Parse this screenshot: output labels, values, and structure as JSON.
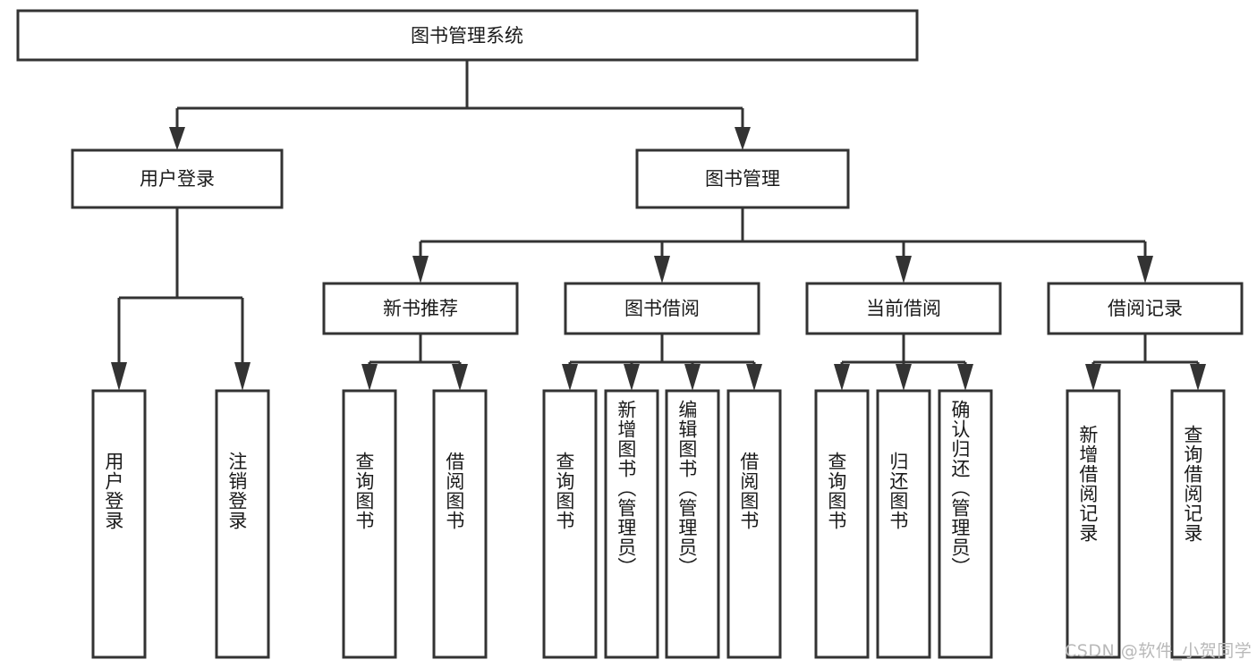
{
  "diagram": {
    "type": "tree-hierarchy-chart",
    "title": "图书管理系统",
    "watermark": "CSDN @软件_小贺同学",
    "colors": {
      "background": "#ffffff",
      "stroke": "#333333",
      "fill": "#ffffff",
      "text": "#1a1a1a",
      "watermark": "#b9b9b9"
    },
    "levels": {
      "root": {
        "label": "图书管理系统"
      },
      "level2": [
        {
          "id": "user-login",
          "label": "用户登录"
        },
        {
          "id": "book-management",
          "label": "图书管理"
        }
      ],
      "level3": [
        {
          "id": "new-book-recommend",
          "label": "新书推荐",
          "parent": "book-management"
        },
        {
          "id": "book-borrow",
          "label": "图书借阅",
          "parent": "book-management"
        },
        {
          "id": "current-borrow",
          "label": "当前借阅",
          "parent": "book-management"
        },
        {
          "id": "borrow-record",
          "label": "借阅记录",
          "parent": "book-management"
        }
      ],
      "leaves": [
        {
          "id": "leaf-user-login",
          "label": "用户登录",
          "parent": "user-login"
        },
        {
          "id": "leaf-logout-login",
          "label": "注销登录",
          "parent": "user-login"
        },
        {
          "id": "leaf-query-book-1",
          "label": "查询图书",
          "parent": "new-book-recommend"
        },
        {
          "id": "leaf-borrow-book-1",
          "label": "借阅图书",
          "parent": "new-book-recommend"
        },
        {
          "id": "leaf-query-book-2",
          "label": "查询图书",
          "parent": "book-borrow"
        },
        {
          "id": "leaf-add-book",
          "label": "新增图书（管理员）",
          "parent": "book-borrow"
        },
        {
          "id": "leaf-edit-book",
          "label": "编辑图书（管理员）",
          "parent": "book-borrow"
        },
        {
          "id": "leaf-borrow-book-2",
          "label": "借阅图书",
          "parent": "book-borrow"
        },
        {
          "id": "leaf-query-book-3",
          "label": "查询图书",
          "parent": "current-borrow"
        },
        {
          "id": "leaf-return-book",
          "label": "归还图书",
          "parent": "current-borrow"
        },
        {
          "id": "leaf-confirm-return",
          "label": "确认归还（管理员）",
          "parent": "current-borrow"
        },
        {
          "id": "leaf-add-record",
          "label": "新增借阅记录",
          "parent": "borrow-record"
        },
        {
          "id": "leaf-query-record",
          "label": "查询借阅记录",
          "parent": "borrow-record"
        }
      ]
    }
  }
}
